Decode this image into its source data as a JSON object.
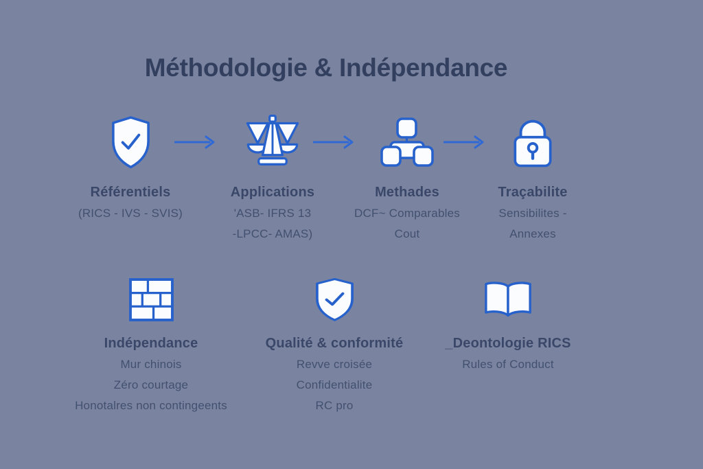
{
  "title": "Méthodologie & Indépendance",
  "colors": {
    "background": "#7a84a1",
    "title": "#333f5e",
    "label": "#3a4768",
    "subtext": "#42506f",
    "icon_stroke": "#2761cb",
    "icon_fill": "#fbfcfe",
    "arrow": "#3068d4"
  },
  "flow": {
    "steps": [
      {
        "icon": "shield-check-icon",
        "label": "Référentiels",
        "lines": [
          "(RICS - IVS - SVIS)"
        ]
      },
      {
        "icon": "scales-icon",
        "label": "Applications",
        "lines": [
          "'ASB- IFRS 13",
          "-LPCC- AMAS)"
        ]
      },
      {
        "icon": "hierarchy-icon",
        "label": "Methades",
        "lines": [
          "DCF~ Comparables",
          "Cout"
        ]
      },
      {
        "icon": "lock-icon",
        "label": "Traçabilite",
        "lines": [
          "Sensibilites -",
          "Annexes"
        ]
      }
    ]
  },
  "principles": {
    "items": [
      {
        "icon": "brick-wall-icon",
        "label": "Indépendance",
        "lines": [
          "Mur chinois",
          "Zéro courtage",
          "Honotalres non contingeents"
        ]
      },
      {
        "icon": "shield-check-icon",
        "label": "Qualité & conformité",
        "lines": [
          "Revve croisée",
          "Confidentialite",
          "RC pro"
        ]
      },
      {
        "icon": "open-book-icon",
        "label": "_Deontologie RICS",
        "lines": [
          "Rules of Conduct"
        ]
      }
    ]
  }
}
